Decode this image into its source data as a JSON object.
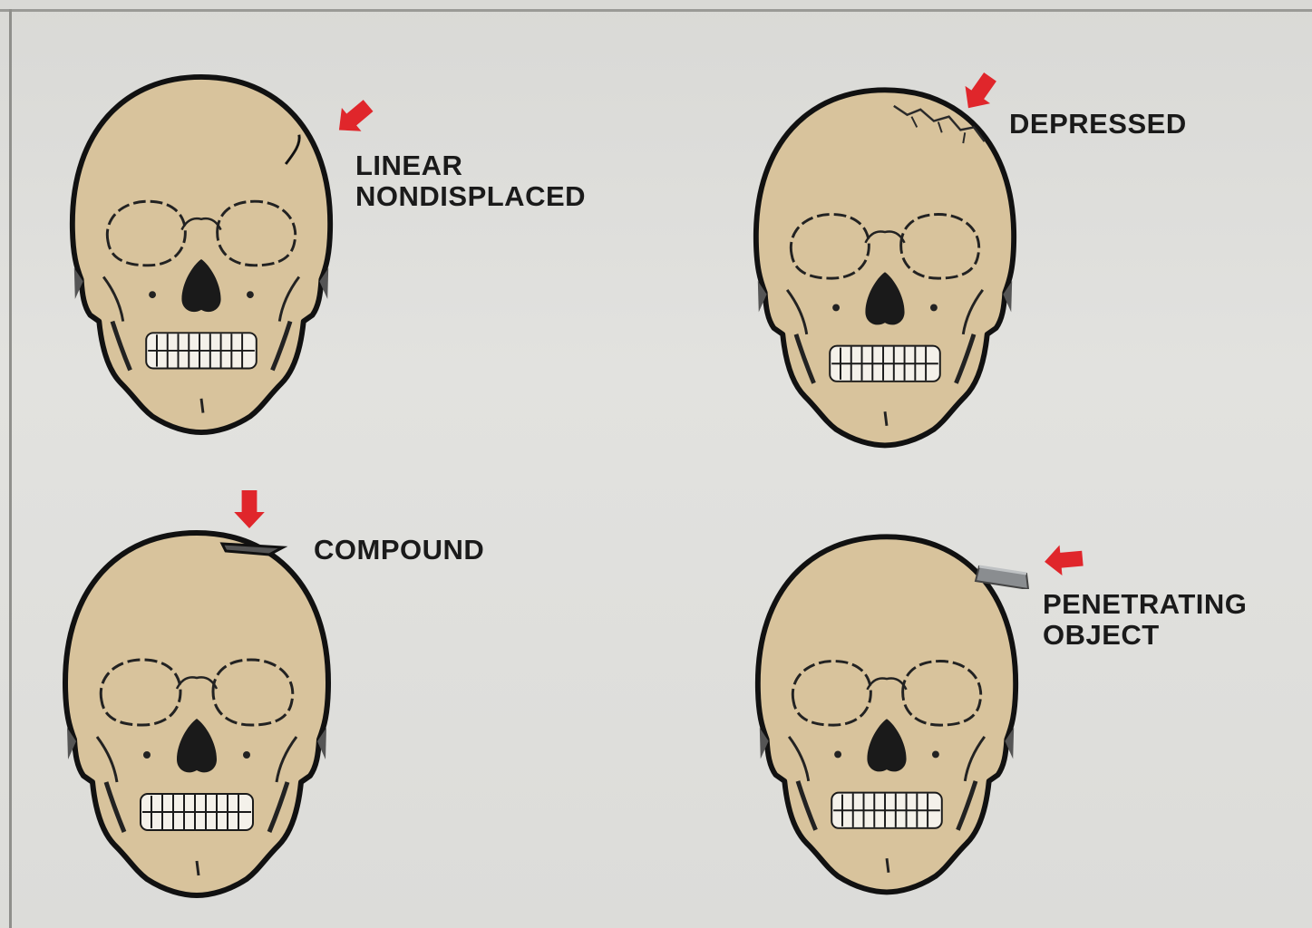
{
  "labels": {
    "linear_line1": "LINEAR",
    "linear_line2": "NONDISPLACED",
    "depressed": "DEPRESSED",
    "compound": "COMPOUND",
    "penetrating_line1": "PENETRATING",
    "penetrating_line2": "OBJECT"
  },
  "colors": {
    "bone": "#d8c39c",
    "outline": "#111111",
    "arrow": "#e0262b",
    "object": "#8a8d90",
    "background": "#dcdcd9"
  }
}
